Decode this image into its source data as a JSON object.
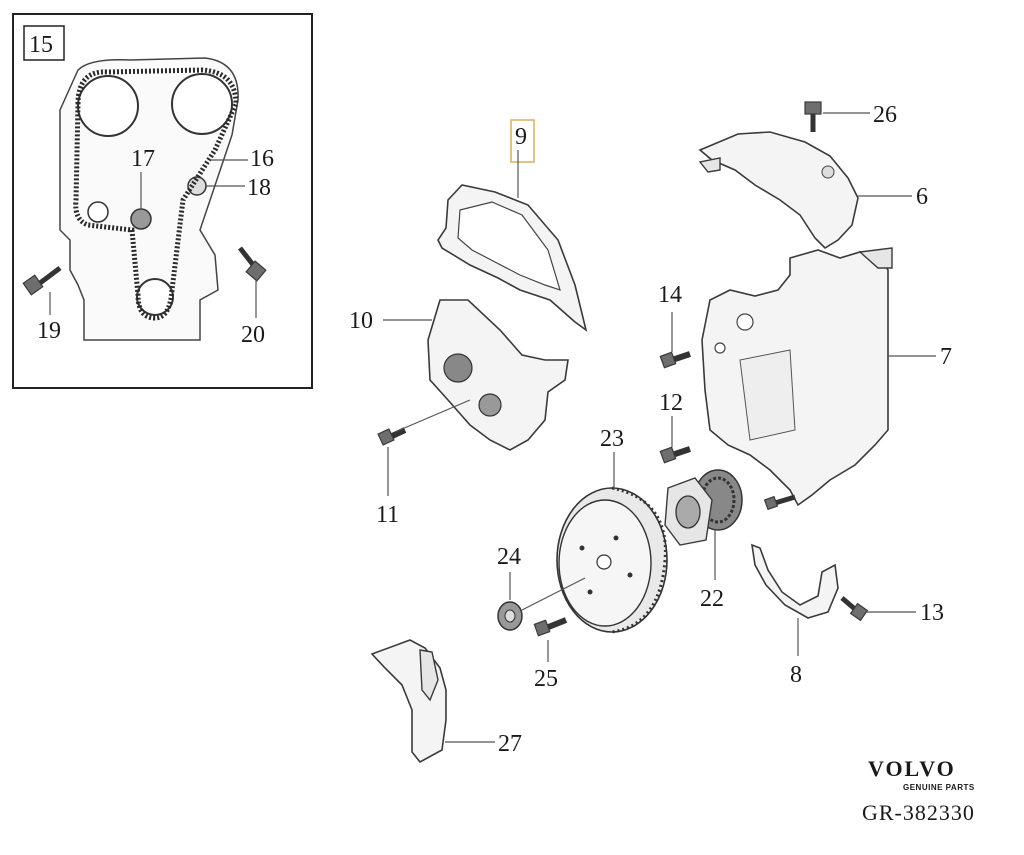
{
  "inset": {
    "box_label": "15",
    "labels": {
      "l16": "16",
      "l17": "17",
      "l18": "18",
      "l19": "19",
      "l20": "20"
    }
  },
  "labels": {
    "l6": "6",
    "l7": "7",
    "l8": "8",
    "l9": "9",
    "l10": "10",
    "l11": "11",
    "l12": "12",
    "l13": "13",
    "l14": "14",
    "l22": "22",
    "l23": "23",
    "l24": "24",
    "l25": "25",
    "l26": "26",
    "l27": "27"
  },
  "highlight_color": "#d8b860",
  "brand": {
    "name": "VOLVO",
    "tagline": "GENUINE PARTS",
    "code": "GR-382330"
  }
}
